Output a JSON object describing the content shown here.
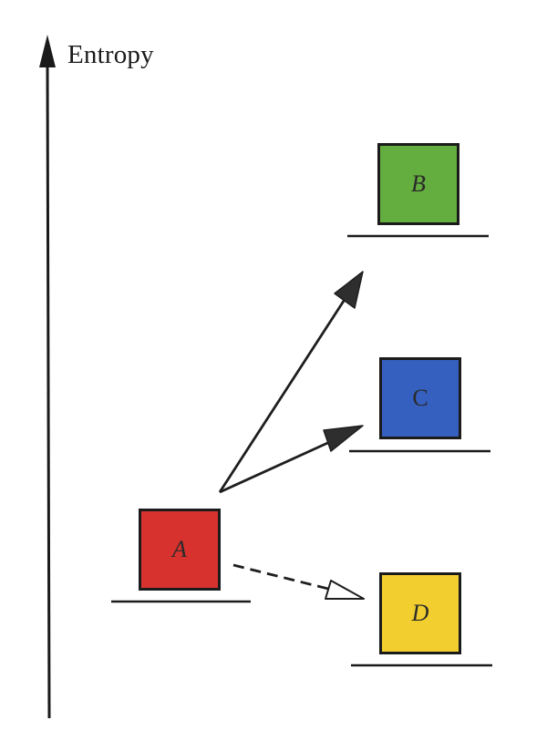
{
  "axis": {
    "label": "Entropy"
  },
  "states": [
    {
      "id": "A",
      "label": "A",
      "color": "#d8322f"
    },
    {
      "id": "B",
      "label": "B",
      "color": "#63ae3e"
    },
    {
      "id": "C",
      "label": "C",
      "color": "#3560bf"
    },
    {
      "id": "D",
      "label": "D",
      "color": "#f2cf2e"
    }
  ],
  "transitions": [
    {
      "from": "A",
      "to": "B",
      "style": "solid"
    },
    {
      "from": "A",
      "to": "C",
      "style": "solid"
    },
    {
      "from": "A",
      "to": "D",
      "style": "dashed"
    }
  ]
}
